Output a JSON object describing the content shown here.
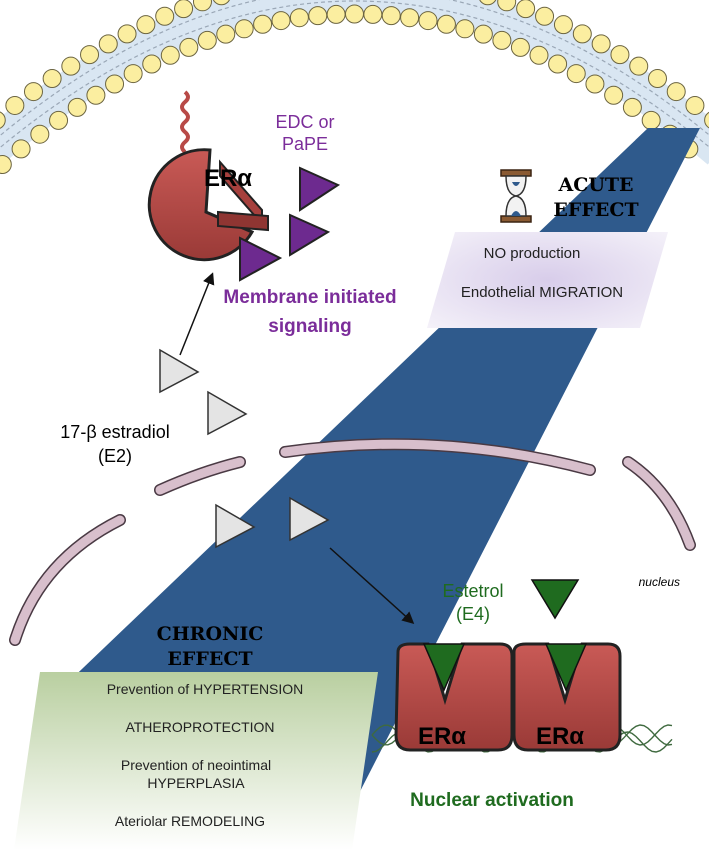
{
  "ligands": {
    "edc": {
      "line1": "EDC or",
      "line2": "PaPE",
      "color": "#7b2d9a"
    },
    "e2": {
      "line1": "17-β estradiol",
      "line2": "(E2)"
    },
    "e4": {
      "line1": "Estetrol",
      "line2": "(E4)",
      "color": "#1f6b1f"
    }
  },
  "receptors": {
    "membrane_label": "ERα",
    "nuclear_label_1": "ERα",
    "nuclear_label_2": "ERα"
  },
  "membrane_signaling": {
    "line1": "Membrane initiated",
    "line2": "signaling",
    "color": "#7b2d9a"
  },
  "acute_effect": {
    "title_line1": "ACUTE",
    "title_line2": "EFFECT",
    "items": [
      "NO production",
      "Endothelial MIGRATION"
    ]
  },
  "chronic_effect": {
    "title_line1": "CHRONIC",
    "title_line2": "EFFECT",
    "items": [
      "Prevention of HYPERTENSION",
      "ATHEROPROTECTION",
      "Prevention of neointimal",
      "HYPERPLASIA",
      "Ateriolar  REMODELING"
    ]
  },
  "nucleus_label": "nucleus",
  "nuclear_activation": {
    "label": "Nuclear activation",
    "color": "#1f6b1f"
  },
  "colors": {
    "receptor_red": "#b84a47",
    "beam_blue": "#2f5a8c",
    "lipid_head": "#fbeea0",
    "nucleus_membrane": "#d8bfcc",
    "ligand_green": "#1f6b1f",
    "ligand_purple": "#6d2a8f"
  }
}
